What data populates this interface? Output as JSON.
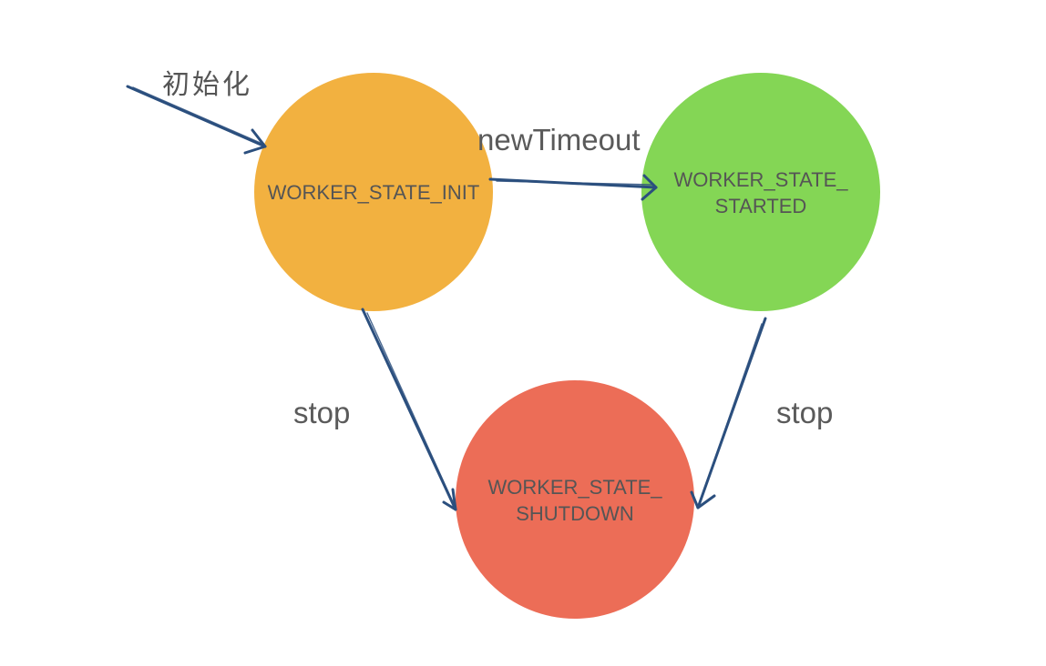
{
  "states": [
    {
      "id": "init",
      "lines": [
        "WORKER_STATE_INIT"
      ],
      "color": "#f2b140"
    },
    {
      "id": "started",
      "lines": [
        "WORKER_STATE_",
        "STARTED"
      ],
      "color": "#84d655"
    },
    {
      "id": "shutdown",
      "lines": [
        "WORKER_STATE_",
        "SHUTDOWN"
      ],
      "color": "#ec6d57"
    }
  ],
  "transitions": [
    {
      "id": "initial",
      "from": null,
      "to": "init",
      "label": "初始化"
    },
    {
      "id": "init-to-started",
      "from": "init",
      "to": "started",
      "label": "newTimeout"
    },
    {
      "id": "init-to-shutdown",
      "from": "init",
      "to": "shutdown",
      "label": "stop"
    },
    {
      "id": "started-to-shutdown",
      "from": "started",
      "to": "shutdown",
      "label": "stop"
    }
  ],
  "arrow_color": "#2b4f7e"
}
